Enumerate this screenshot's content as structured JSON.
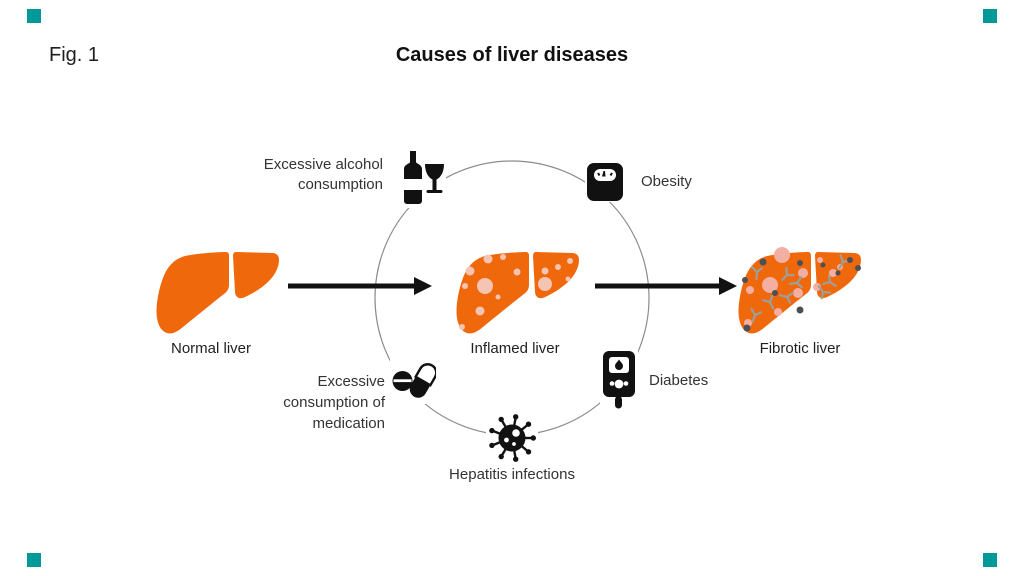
{
  "figure": {
    "number": "Fig. 1",
    "title": "Causes of liver diseases"
  },
  "stages": [
    {
      "label": "Normal liver"
    },
    {
      "label": "Inflamed liver"
    },
    {
      "label": "Fibrotic liver"
    }
  ],
  "causes": {
    "alcohol": {
      "lines": [
        "Excessive alcohol",
        "consumption"
      ],
      "icon": "wine-bottle-and-glass"
    },
    "obesity": {
      "label": "Obesity",
      "icon": "weighing-scale"
    },
    "medication": {
      "lines": [
        "Excessive",
        "consumption of",
        "medication"
      ],
      "icon": "tablet-and-capsule"
    },
    "hepatitis": {
      "label": "Hepatitis infections",
      "icon": "virus"
    },
    "diabetes": {
      "label": "Diabetes",
      "icon": "glucose-meter"
    }
  },
  "colors": {
    "liver_orange": "#F0680C",
    "inflammation_spot_pink": "#F6C4B2",
    "fibrosis_spot_pink": "#F2AFA2",
    "fibrosis_scar_gray": "#9BA09A",
    "fibrosis_dot_gray": "#4A5055",
    "corner_marker_teal": "#009999",
    "cycle_circle_gray": "#8C8C8C",
    "icon_black": "#111111"
  }
}
